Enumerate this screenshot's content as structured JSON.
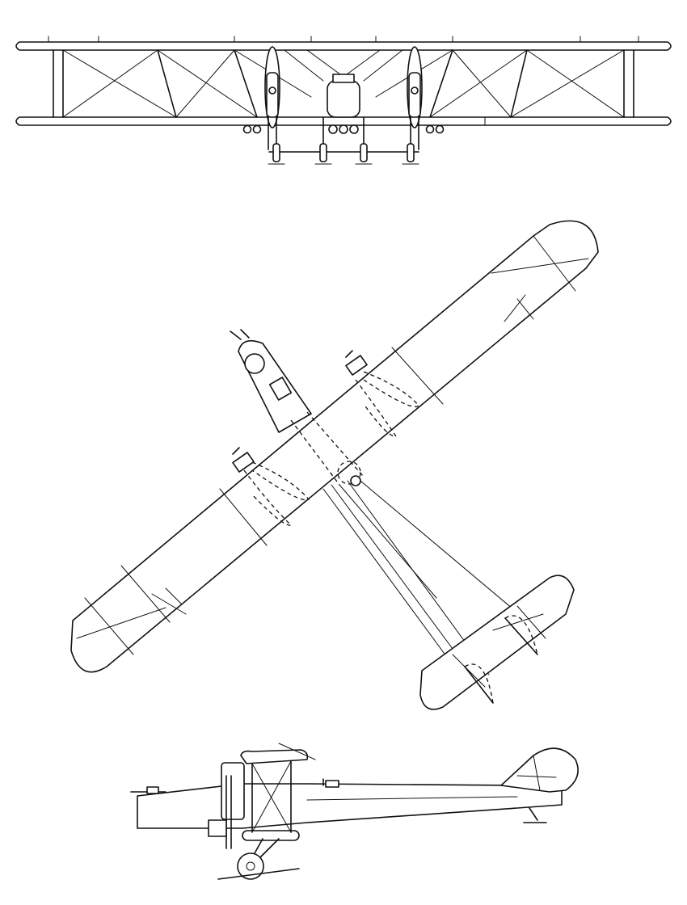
{
  "drawing": {
    "views": [
      "front-view",
      "plan-view",
      "side-view"
    ],
    "line_color": "#111111",
    "background_color": "#ffffff"
  }
}
